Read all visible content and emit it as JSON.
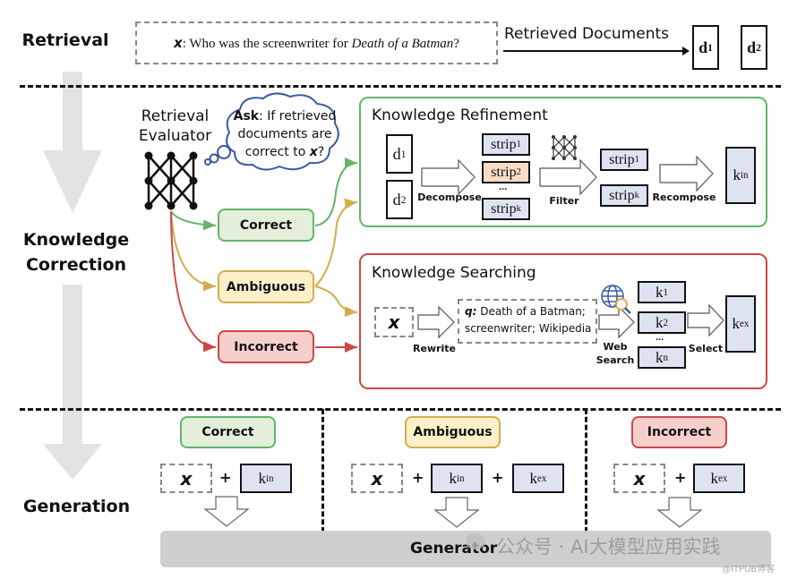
{
  "stages": {
    "retrieval": "Retrieval",
    "correction_line1": "Knowledge",
    "correction_line2": "Correction",
    "generation": "Generation"
  },
  "query": {
    "var": "x",
    "text_prefix": ": Who was the screenwriter for ",
    "title": "Death of a Batman",
    "text_suffix": "?"
  },
  "retrieved_label": "Retrieved Documents",
  "docs": [
    {
      "base": "d",
      "sub": "1"
    },
    {
      "base": "d",
      "sub": "2"
    }
  ],
  "evaluator": {
    "line1": "Retrieval",
    "line2": "Evaluator",
    "thought_bold": "Ask",
    "thought_text1": ": If retrieved",
    "thought_text2": "documents are",
    "thought_text3": "correct to ",
    "thought_var": "x",
    "thought_end": "?"
  },
  "statuses": {
    "correct": "Correct",
    "ambiguous": "Ambiguous",
    "incorrect": "Incorrect"
  },
  "refinement": {
    "title": "Knowledge Refinement",
    "strips": [
      {
        "base": "strip",
        "sub": "1"
      },
      {
        "base": "strip",
        "sub": "2"
      },
      {
        "base": "strip",
        "sub": "k"
      }
    ],
    "ellipsis": "...",
    "filtered": [
      {
        "base": "strip",
        "sub": "1"
      },
      {
        "base": "strip",
        "sub": "k"
      }
    ],
    "decompose": "Decompose",
    "filter": "Filter",
    "recompose": "Recompose",
    "result": {
      "base": "k",
      "sub": "in"
    }
  },
  "searching": {
    "title": "Knowledge Searching",
    "x": "x",
    "rewrite": "Rewrite",
    "q_label": "q:",
    "q_line1": "Death of a Batman;",
    "q_line2": "screenwriter; Wikipedia",
    "web_line1": "Web",
    "web_line2": "Search",
    "results": [
      {
        "base": "k",
        "sub": "1"
      },
      {
        "base": "k",
        "sub": "2"
      },
      {
        "base": "k",
        "sub": "n"
      }
    ],
    "ellipsis": "...",
    "select": "Select",
    "result": {
      "base": "k",
      "sub": "ex"
    }
  },
  "generation": {
    "plus": "+",
    "x": "x",
    "kin": {
      "base": "k",
      "sub": "in"
    },
    "kex": {
      "base": "k",
      "sub": "ex"
    },
    "generator": "Generator"
  },
  "watermark": {
    "text": "公众号 · AI大模型应用实践",
    "source": "@ITPUB博客"
  },
  "colors": {
    "green": "#63b56a",
    "yellow": "#d3ad4f",
    "red": "#c94a45",
    "blue_cloud": "#3b5aa0",
    "strip_fill": "#dde3f1",
    "strip_highlight": "#f8dcc8",
    "stage_arrow": "#e3e3e3"
  }
}
